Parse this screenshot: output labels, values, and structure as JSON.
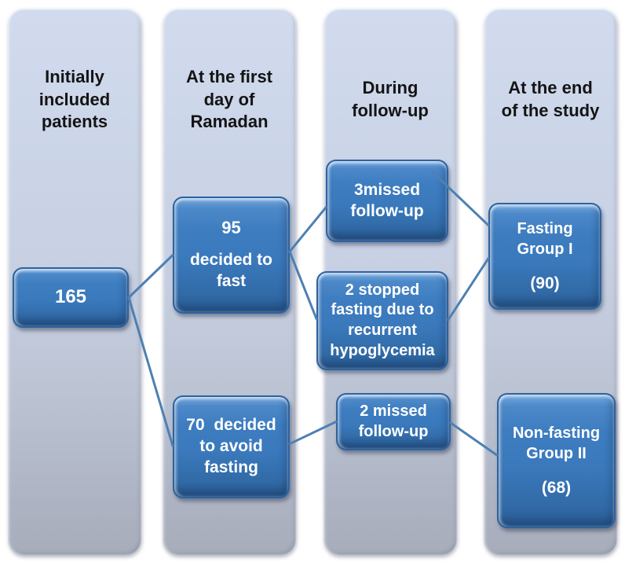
{
  "columns": [
    {
      "header": "Initially\nincluded\npatients"
    },
    {
      "header": "At the first\nday of\nRamadan"
    },
    {
      "header": "During\nfollow-up"
    },
    {
      "header": "At the end\nof the study"
    }
  ],
  "nodes": {
    "initial": {
      "label": "165"
    },
    "decided_fast": {
      "value": "95",
      "label": "decided to\nfast"
    },
    "avoid_fasting": {
      "label": "70  decided\nto avoid\nfasting"
    },
    "missed_fast": {
      "label": "3missed\nfollow-up"
    },
    "stopped_fasting": {
      "label": "2 stopped\nfasting due to\nrecurrent\nhypoglycemia"
    },
    "missed_nonfast": {
      "label": "2 missed\nfollow-up"
    },
    "fasting_group": {
      "label": "Fasting\nGroup I",
      "count": "(90)"
    },
    "nonfasting_group": {
      "label": "Non-fasting\nGroup II",
      "count": "(68)"
    }
  },
  "connections": [
    {
      "from": "initial",
      "to": "decided_fast",
      "fa": [
        1,
        0.5
      ],
      "ta": [
        0,
        0.5
      ]
    },
    {
      "from": "initial",
      "to": "avoid_fasting",
      "fa": [
        1,
        0.5
      ],
      "ta": [
        0,
        0.49
      ]
    },
    {
      "from": "decided_fast",
      "to": "missed_fast",
      "fa": [
        1,
        0.47
      ],
      "ta": [
        0,
        0.58
      ]
    },
    {
      "from": "decided_fast",
      "to": "stopped_fasting",
      "fa": [
        1,
        0.47
      ],
      "ta": [
        0,
        0.48
      ]
    },
    {
      "from": "missed_fast",
      "to": "fasting_group",
      "fa": [
        0.87,
        0.15
      ],
      "ta": [
        0,
        0.21
      ]
    },
    {
      "from": "stopped_fasting",
      "to": "fasting_group",
      "fa": [
        1,
        0.49
      ],
      "ta": [
        0,
        0.52
      ]
    },
    {
      "from": "avoid_fasting",
      "to": "missed_nonfast",
      "fa": [
        1,
        0.47
      ],
      "ta": [
        0,
        0.5
      ]
    },
    {
      "from": "missed_nonfast",
      "to": "nonfasting_group",
      "fa": [
        1,
        0.52
      ],
      "ta": [
        0,
        0.46
      ]
    }
  ],
  "colors": {
    "connector": "#4d80b4",
    "node_fill": "#3a79bc",
    "node_border": "#2d63a0",
    "column_top": "#ccd6e9",
    "column_bottom": "#a8adbb"
  }
}
